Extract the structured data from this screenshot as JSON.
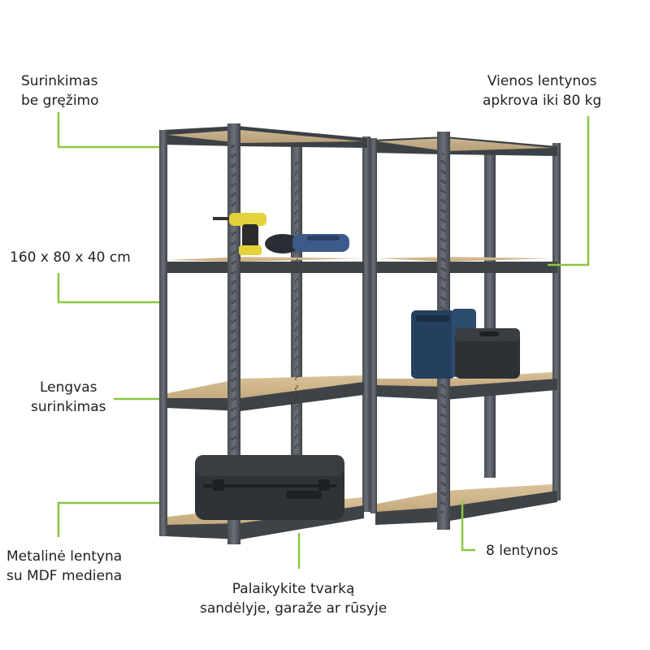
{
  "accent_color": "#8dc63f",
  "labels": {
    "no_drilling": [
      "Surinkimas",
      "be gręžimo"
    ],
    "shelf_load": [
      "Vienos lentynos",
      "apkrova iki 80 kg"
    ],
    "dimensions": [
      "160 x 80 x 40 cm"
    ],
    "easy_assembly": [
      "Lengvas",
      "surinkimas"
    ],
    "material": [
      "Metalinė lentyna",
      "su MDF mediena"
    ],
    "usage": [
      "Palaikykite tvarką",
      "sandėlyje, garaže ar rūsyje"
    ],
    "shelf_count": [
      "8 lentynos"
    ]
  }
}
